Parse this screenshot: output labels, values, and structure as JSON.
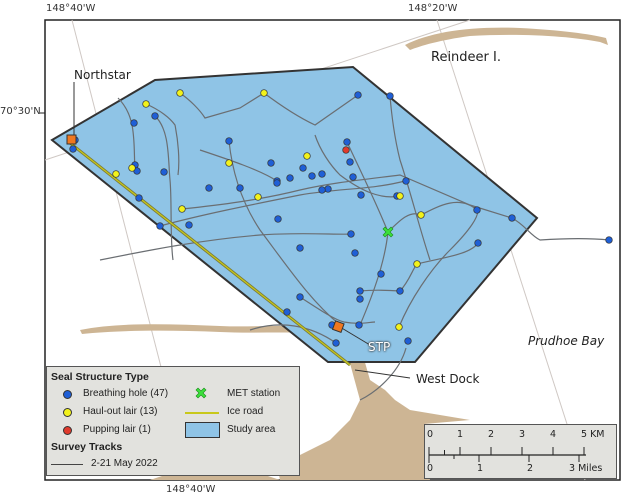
{
  "graticule": {
    "top_left": "148°40'W",
    "top_right": "148°20'W",
    "bottom": "148°40'W",
    "left": "70°30'N"
  },
  "places": {
    "northstar": "Northstar",
    "reindeer": "Reindeer I.",
    "stp": "STP",
    "west_dock": "West Dock",
    "prudhoe": "Prudhoe Bay"
  },
  "legend": {
    "title": "Seal Structure Type",
    "items": [
      {
        "label": "Breathing hole (47)",
        "color": "#1f5fd6"
      },
      {
        "label": "Haul-out lair (13)",
        "color": "#f2f21c"
      },
      {
        "label": "Pupping lair (1)",
        "color": "#e03a2c"
      }
    ],
    "right_items": [
      {
        "label": "MET station",
        "color": "#3ce03c"
      },
      {
        "label": "Ice road",
        "color": "#c8c81a"
      },
      {
        "label": "Study area",
        "color": "#8fc4e6"
      }
    ],
    "tracks_title": "Survey Tracks",
    "tracks_label": "2-21 May 2022"
  },
  "scale": {
    "km": [
      "0",
      "1",
      "2",
      "3",
      "4",
      "5 KM"
    ],
    "miles": [
      "0",
      "1",
      "2",
      "3 Miles"
    ]
  }
}
